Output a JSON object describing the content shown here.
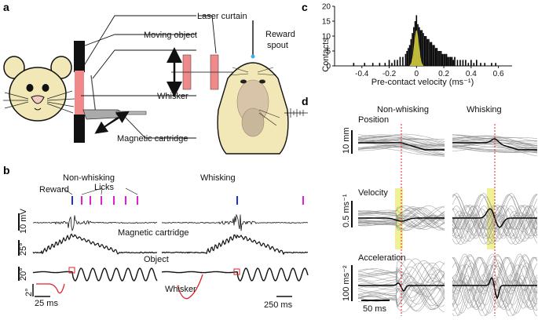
{
  "panels": {
    "a": "a",
    "b": "b",
    "c": "c",
    "d": "d"
  },
  "panel_a": {
    "laser_curtain": "Laser curtain",
    "moving_object": "Moving object",
    "reward_line1": "Reward",
    "reward_line2": "spout",
    "whisker": "Whisker",
    "magnetic_cartridge": "Magnetic cartridge"
  },
  "panel_b": {
    "non_whisking": "Non-whisking",
    "whisking": "Whisking",
    "reward": "Reward",
    "licks": "Licks",
    "scale_10mv": "10 mV",
    "magnetic_cartridge": "Magnetic cartridge",
    "scale_25deg": "25°",
    "object": "Object",
    "scale_20deg": "20°",
    "whisker": "Whisker",
    "scale_2deg": "2°",
    "scale_25ms": "25 ms",
    "scale_250ms": "250 ms",
    "colors": {
      "reward": "#1f2fd0",
      "licks": "#e020d0",
      "inset": "#e0202a"
    }
  },
  "panel_c": {
    "ylabel": "Contacts",
    "xlabel": "Pre-contact velocity (ms⁻¹)",
    "colors": {
      "bars": "#000000",
      "highlight": "#c8c43a"
    }
  },
  "panel_d": {
    "col_non_whisking": "Non-whisking",
    "col_whisking": "Whisking",
    "row_position": "Position",
    "row_velocity": "Velocity",
    "row_acceleration": "Acceleration",
    "scale_position": "10 mm",
    "scale_velocity": "0.5 ms⁻¹",
    "scale_acceleration": "100 ms⁻²",
    "scale_time": "50 ms",
    "colors": {
      "traces": "#8c8c8c",
      "mean": "#000000",
      "contact": "#e0202a",
      "shade": "#eef08a"
    }
  },
  "chart_data": {
    "type": "bar",
    "xlabel": "Pre-contact velocity (ms⁻¹)",
    "ylabel": "Contacts",
    "xlim": [
      -0.6,
      0.7
    ],
    "ylim": [
      0,
      20
    ],
    "xticks": [
      -0.4,
      -0.2,
      0,
      0.2,
      0.4,
      0.6
    ],
    "yticks": [
      0,
      5,
      10,
      15,
      20
    ],
    "x": [
      -0.46,
      -0.38,
      -0.32,
      -0.27,
      -0.23,
      -0.2,
      -0.18,
      -0.16,
      -0.14,
      -0.12,
      -0.1,
      -0.08,
      -0.07,
      -0.06,
      -0.05,
      -0.04,
      -0.03,
      -0.02,
      -0.01,
      0.0,
      0.01,
      0.02,
      0.03,
      0.04,
      0.05,
      0.06,
      0.07,
      0.08,
      0.09,
      0.1,
      0.11,
      0.12,
      0.13,
      0.14,
      0.15,
      0.16,
      0.17,
      0.18,
      0.19,
      0.2,
      0.21,
      0.22,
      0.23,
      0.24,
      0.25,
      0.26,
      0.27,
      0.28,
      0.3,
      0.32,
      0.34,
      0.36,
      0.38,
      0.4,
      0.42,
      0.44,
      0.47,
      0.5,
      0.55,
      0.58
    ],
    "values": [
      1,
      1,
      1,
      1,
      1,
      2,
      1,
      2,
      2,
      3,
      3,
      4,
      5,
      6,
      7,
      9,
      11,
      13,
      15,
      17,
      14,
      13,
      12,
      12,
      11,
      10,
      10,
      9,
      9,
      8,
      8,
      7,
      7,
      6,
      6,
      5,
      5,
      5,
      4,
      4,
      4,
      4,
      3,
      3,
      3,
      3,
      2,
      3,
      2,
      2,
      2,
      2,
      1,
      2,
      1,
      2,
      1,
      1,
      1,
      1
    ],
    "highlight_range": [
      -0.05,
      0.05
    ]
  }
}
